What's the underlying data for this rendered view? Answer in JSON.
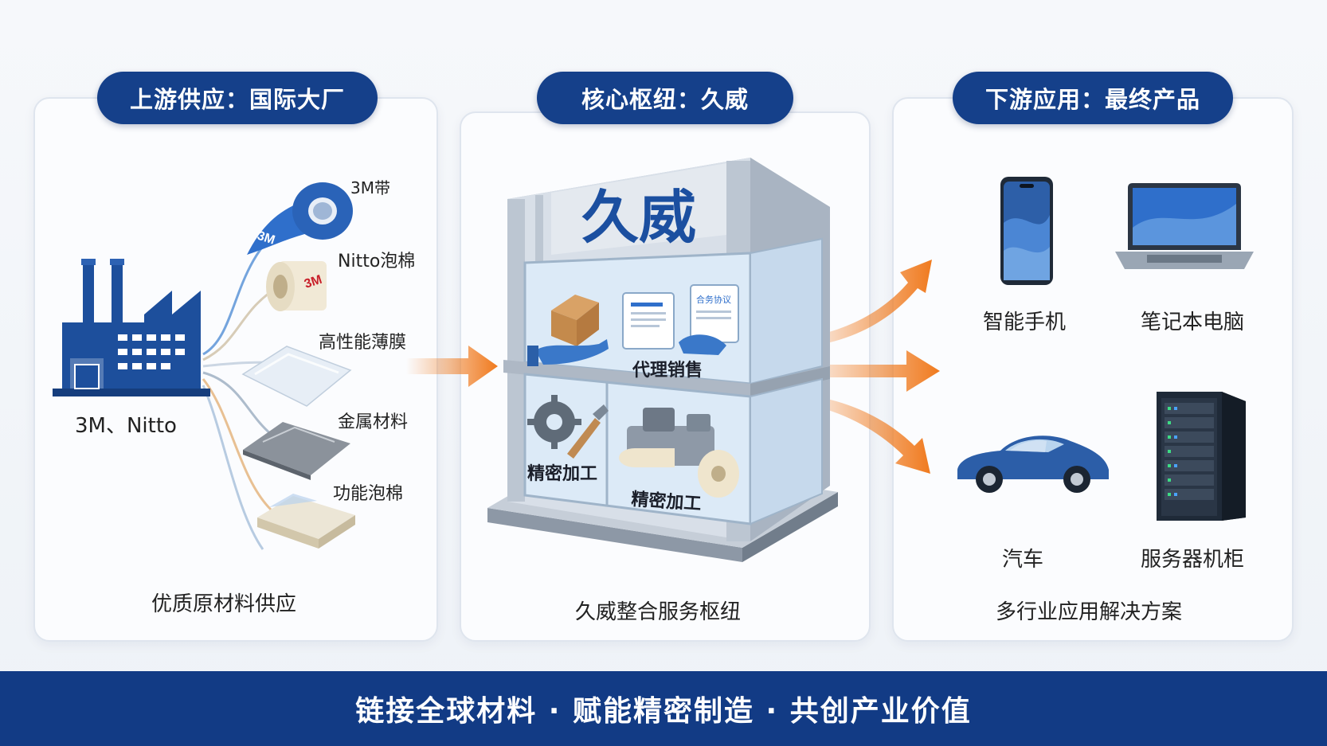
{
  "headers": {
    "upstream": "上游供应：国际大厂",
    "core": "核心枢纽：久威",
    "downstream": "下游应用：最终产品"
  },
  "upstream": {
    "factory_label": "3M、Nitto",
    "materials": [
      "3M带",
      "Nitto泡棉",
      "高性能薄膜",
      "金属材料",
      "功能泡棉"
    ],
    "tape_logo": "3M",
    "roll_logo": "3M",
    "caption": "优质原材料供应"
  },
  "core": {
    "building_sign": "久威",
    "doc_text": "合务协议",
    "upper_room": "代理销售",
    "lower_left": "精密加工",
    "lower_right": "精密加工",
    "caption": "久威整合服务枢纽"
  },
  "downstream": {
    "products": [
      "智能手机",
      "笔记本电脑",
      "汽车",
      "服务器机柜"
    ],
    "caption": "多行业应用解决方案"
  },
  "footer": "链接全球材料 · 赋能精密制造 · 共创产业价值",
  "colors": {
    "navy": "#15408a",
    "arrow": "#f07a1e",
    "glass": "#dceaf7"
  }
}
